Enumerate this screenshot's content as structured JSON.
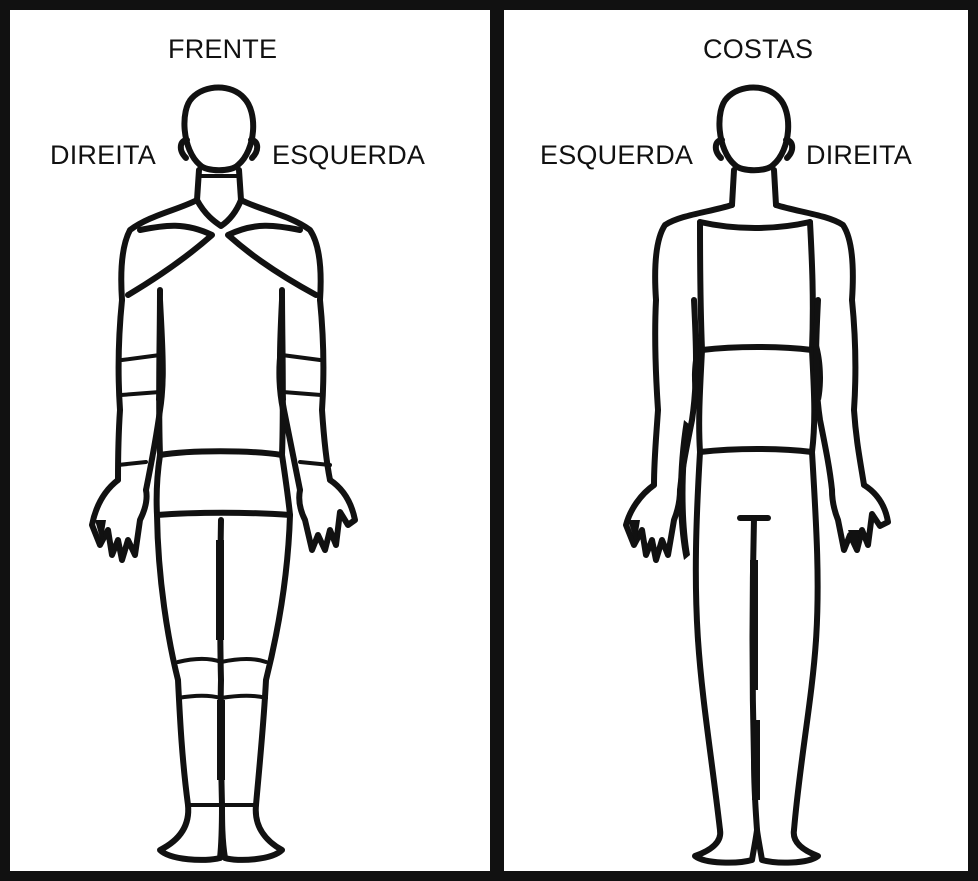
{
  "panels": [
    {
      "title": "FRENTE",
      "left_label": "DIREITA",
      "right_label": "ESQUERDA"
    },
    {
      "title": "COSTAS",
      "left_label": "ESQUERDA",
      "right_label": "DIREITA"
    }
  ],
  "colors": {
    "line": "#111111",
    "background": "#ffffff"
  }
}
